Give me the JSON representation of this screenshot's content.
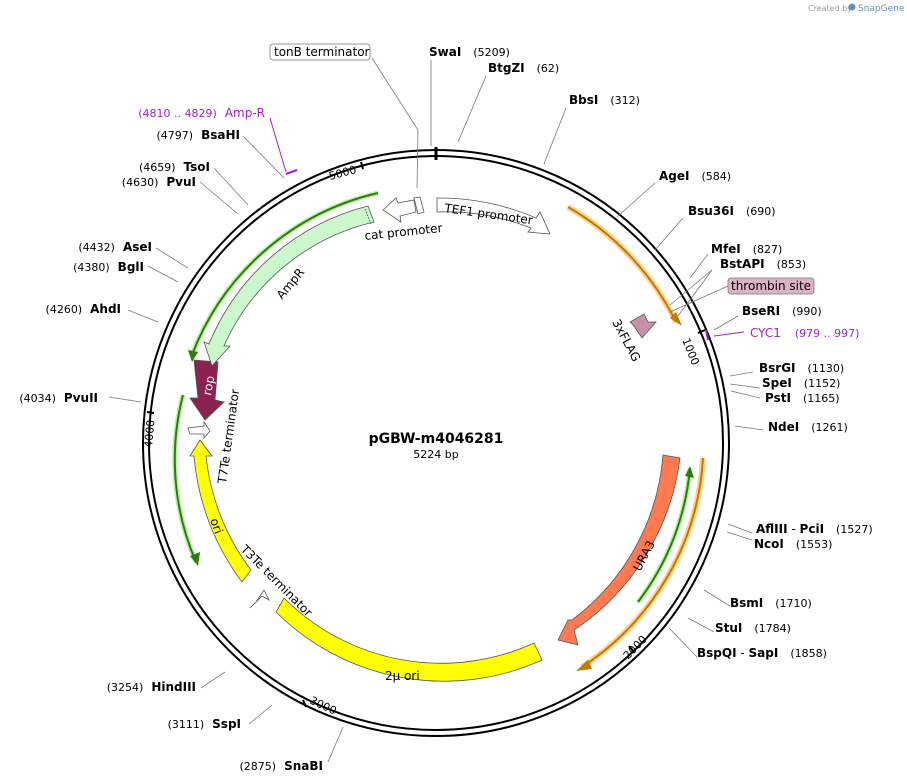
{
  "credit": {
    "prefix": "Created by",
    "brand": "SnapGene"
  },
  "plasmid": {
    "name": "pGBW-m4046281",
    "length": "5224 bp"
  },
  "ticks": [
    "1000",
    "2000",
    "3000",
    "4000",
    "5000"
  ],
  "enzymes": [
    {
      "id": "swai",
      "name": "SwaI",
      "pos": "(5209)"
    },
    {
      "id": "btgzi",
      "name": "BtgZI",
      "pos": "(62)"
    },
    {
      "id": "bbsi",
      "name": "BbsI",
      "pos": "(312)"
    },
    {
      "id": "agei",
      "name": "AgeI",
      "pos": "(584)"
    },
    {
      "id": "bsu36i",
      "name": "Bsu36I",
      "pos": "(690)"
    },
    {
      "id": "mfei",
      "name": "MfeI",
      "pos": "(827)"
    },
    {
      "id": "bstapi",
      "name": "BstAPI",
      "pos": "(853)"
    },
    {
      "id": "bseri",
      "name": "BseRI",
      "pos": "(990)"
    },
    {
      "id": "bsrgi",
      "name": "BsrGI",
      "pos": "(1130)"
    },
    {
      "id": "spei",
      "name": "SpeI",
      "pos": "(1152)"
    },
    {
      "id": "psti",
      "name": "PstI",
      "pos": "(1165)"
    },
    {
      "id": "ndei",
      "name": "NdeI",
      "pos": "(1261)"
    },
    {
      "id": "aflIII",
      "name": "AflIII",
      "sep": " - ",
      "name2": "PciI",
      "pos": "(1527)"
    },
    {
      "id": "ncoi",
      "name": "NcoI",
      "pos": "(1553)"
    },
    {
      "id": "bsmi",
      "name": "BsmI",
      "pos": "(1710)"
    },
    {
      "id": "stui",
      "name": "StuI",
      "pos": "(1784)"
    },
    {
      "id": "bspqi",
      "name": "BspQI",
      "sep": " - ",
      "name2": "SapI",
      "pos": "(1858)"
    },
    {
      "id": "snabi",
      "name": "SnaBI",
      "pos": "(2875)"
    },
    {
      "id": "sspi",
      "name": "SspI",
      "pos": "(3111)"
    },
    {
      "id": "hindiii",
      "name": "HindIII",
      "pos": "(3254)"
    },
    {
      "id": "pvuii",
      "name": "PvuII",
      "pos": "(4034)"
    },
    {
      "id": "ahdi",
      "name": "AhdI",
      "pos": "(4260)"
    },
    {
      "id": "bgli",
      "name": "BglI",
      "pos": "(4380)"
    },
    {
      "id": "asei",
      "name": "AseI",
      "pos": "(4432)"
    },
    {
      "id": "pvui",
      "name": "PvuI",
      "pos": "(4630)"
    },
    {
      "id": "tsoi",
      "name": "TsoI",
      "pos": "(4659)"
    },
    {
      "id": "bsahi",
      "name": "BsaHI",
      "pos": "(4797)"
    }
  ],
  "primers": [
    {
      "id": "ampr-primer",
      "name": "Amp-R",
      "range": "(4810 .. 4829)"
    },
    {
      "id": "cyc1-primer",
      "name": "CYC1",
      "range": "(979 .. 997)"
    }
  ],
  "features": {
    "tonb": "tonB terminator",
    "thrombin": "thrombin site",
    "tef1": "TEF1 promoter",
    "cat": "cat promoter",
    "ampr": "AmpR",
    "flag": "3xFLAG",
    "rop": "rop",
    "t7te": "T7Te terminator",
    "ori": "ori",
    "t3te": "T3Te terminator",
    "two_mu": "2μ ori",
    "ura3": "URA3"
  },
  "colors": {
    "yellow": "#ffff00",
    "light_green": "#ccf7cc",
    "dark_green": "#2e7d10",
    "orange": "#ff7a50",
    "gold": "#e8a020",
    "rop": "#8b2252",
    "flag": "#c890a8",
    "primer": "#a020c8"
  }
}
